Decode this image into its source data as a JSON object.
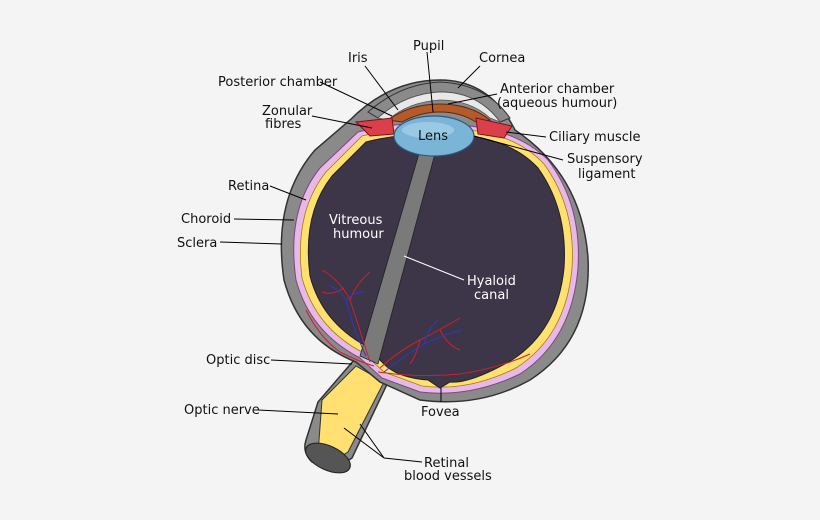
{
  "labels": {
    "pupil": "Pupil",
    "iris": "Iris",
    "cornea": "Cornea",
    "posterior_chamber": "Posterior chamber",
    "anterior_chamber_1": "Anterior chamber",
    "anterior_chamber_2": "(aqueous humour)",
    "zonular_1": "Zonular",
    "zonular_2": "fibres",
    "lens": "Lens",
    "ciliary_muscle": "Ciliary muscle",
    "suspensory_1": "Suspensory",
    "suspensory_2": "ligament",
    "retina": "Retina",
    "choroid": "Choroid",
    "sclera": "Sclera",
    "vitreous_1": "Vitreous",
    "vitreous_2": "humour",
    "hyaloid_1": "Hyaloid",
    "hyaloid_2": "canal",
    "optic_disc": "Optic disc",
    "optic_nerve": "Optic nerve",
    "fovea": "Fovea",
    "retinal_1": "Retinal",
    "retinal_2": "blood vessels"
  },
  "colors": {
    "background": "#f4f4f4",
    "sclera": "#8a8a8a",
    "choroid": "#e8b8e8",
    "retina": "#ffe070",
    "vitreous": "#3d3548",
    "lens": "#7ab4d6",
    "iris": "#b55a2a",
    "ciliary": "#d9404a",
    "vessel_red": "#d0202a",
    "vessel_blue": "#2a3bbf"
  }
}
